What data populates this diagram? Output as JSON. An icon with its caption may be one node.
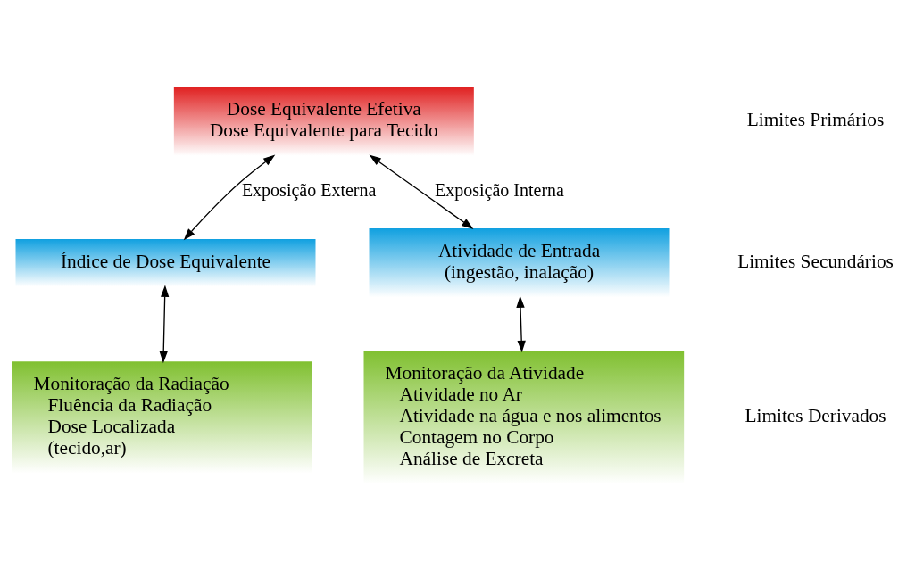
{
  "diagram": {
    "nodes": [
      {
        "text": [
          "Dose Equivalente Efetiva",
          "Dose Equivalente para Tecido"
        ]
      },
      {
        "text": [
          "Índice de Dose Equivalente"
        ]
      },
      {
        "text": [
          "Atividade de Entrada",
          "(ingestão, inalação)"
        ]
      },
      {
        "text": [
          "Monitoração da Radiação",
          "Fluência da Radiação",
          "Dose Localizada",
          "(tecido,ar)"
        ]
      },
      {
        "text": [
          "Monitoração da Atividade",
          "Atividade no Ar",
          "Atividade na água e nos alimentos",
          "Contagem no Corpo",
          "Análise de Excreta"
        ]
      }
    ],
    "edges": [
      {
        "from": 0,
        "to": 1,
        "arrow": "both",
        "label": "Exposição Externa"
      },
      {
        "from": 0,
        "to": 2,
        "arrow": "both",
        "label": "Exposição Interna"
      },
      {
        "from": 1,
        "to": 3,
        "arrow": "both"
      },
      {
        "from": 2,
        "to": 4,
        "arrow": "both"
      }
    ],
    "labels": [
      "Limites Primários",
      "Limites Secundários",
      "Limites Derivados"
    ]
  }
}
